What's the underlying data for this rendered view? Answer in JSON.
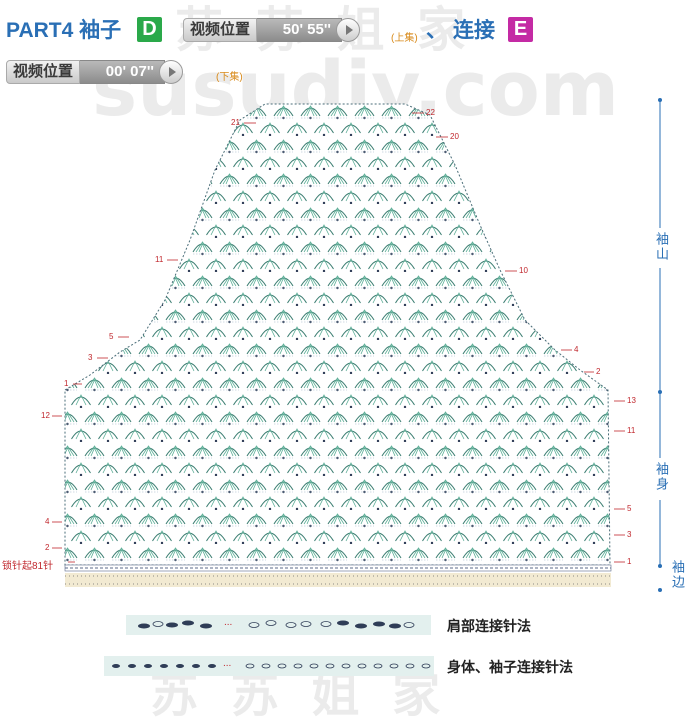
{
  "header": {
    "part_title": "PART4 袖子",
    "badge_d": "D",
    "badge_e": "E",
    "separator": "、",
    "link_label": "连接",
    "video_label": "视频位置",
    "video1_time": "50' 55''",
    "video1_note": "(上集)",
    "video2_time": "00' 07''",
    "video2_note": "(下集)"
  },
  "watermark": {
    "line1": "苏 苏 姐 家",
    "line2": "susudiy.com"
  },
  "diagram": {
    "start_label": "锁针起81针",
    "row_labels_left": [
      "21",
      "11",
      "5",
      "3",
      "1",
      "12",
      "4",
      "2"
    ],
    "row_labels_right": [
      "22",
      "20",
      "10",
      "4",
      "2",
      "13",
      "11",
      "5",
      "3",
      "1"
    ]
  },
  "side_labels": {
    "cap": "袖山",
    "body": "袖身",
    "edge": "袖边"
  },
  "legend": {
    "shoulder": "肩部连接针法",
    "body_sleeve": "身体、袖子连接针法",
    "ellipsis": "..."
  },
  "colors": {
    "blue": "#2a6fb5",
    "green": "#2aa94a",
    "magenta": "#c42aa4",
    "red": "#c0272d",
    "teal": "#5aae96",
    "navy": "#2f3d57"
  }
}
